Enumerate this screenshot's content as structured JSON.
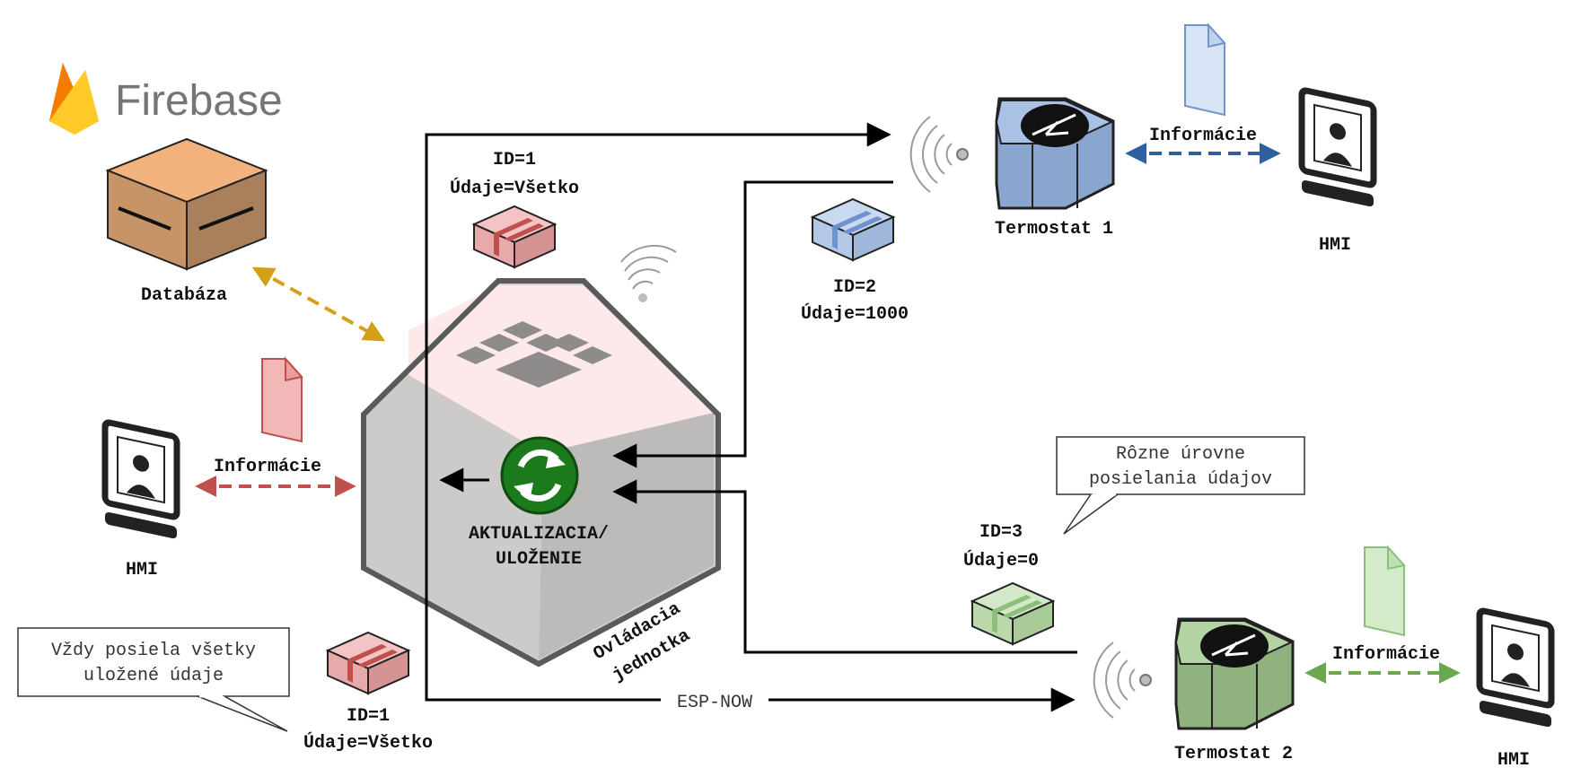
{
  "brand": {
    "name": "Firebase"
  },
  "database": {
    "label": "Databáza"
  },
  "control_unit": {
    "line1": "Ovládacia",
    "line2": "jednotka",
    "action_line1": "AKTUALIZACIA/",
    "action_line2": "ULOŽENIE"
  },
  "hmi_left": {
    "label": "HMI",
    "link_label": "Informácie"
  },
  "hmi_top": {
    "label": "HMI",
    "link_label": "Informácie"
  },
  "hmi_bottom": {
    "label": "HMI",
    "link_label": "Informácie"
  },
  "thermostat1": {
    "label": "Termostat 1"
  },
  "thermostat2": {
    "label": "Termostat 2"
  },
  "packet_top": {
    "id": "ID=1",
    "data": "Údaje=Všetko"
  },
  "packet_bottom": {
    "id": "ID=1",
    "data": "Údaje=Všetko"
  },
  "packet_t1": {
    "id": "ID=2",
    "data": "Údaje=1000"
  },
  "packet_t2": {
    "id": "ID=3",
    "data": "Údaje=0"
  },
  "protocol": {
    "label": "ESP-NOW"
  },
  "callout_left": {
    "line1": "Vždy posiela všetky",
    "line2": "uložené údaje"
  },
  "callout_right": {
    "line1": "Rôzne úrovne",
    "line2": "posielania údajov"
  },
  "colors": {
    "red": "#c0504d",
    "blue": "#2e5f9e",
    "green": "#6aa84f",
    "gold": "#d4a017",
    "firebase_logo": "#ffa000"
  }
}
